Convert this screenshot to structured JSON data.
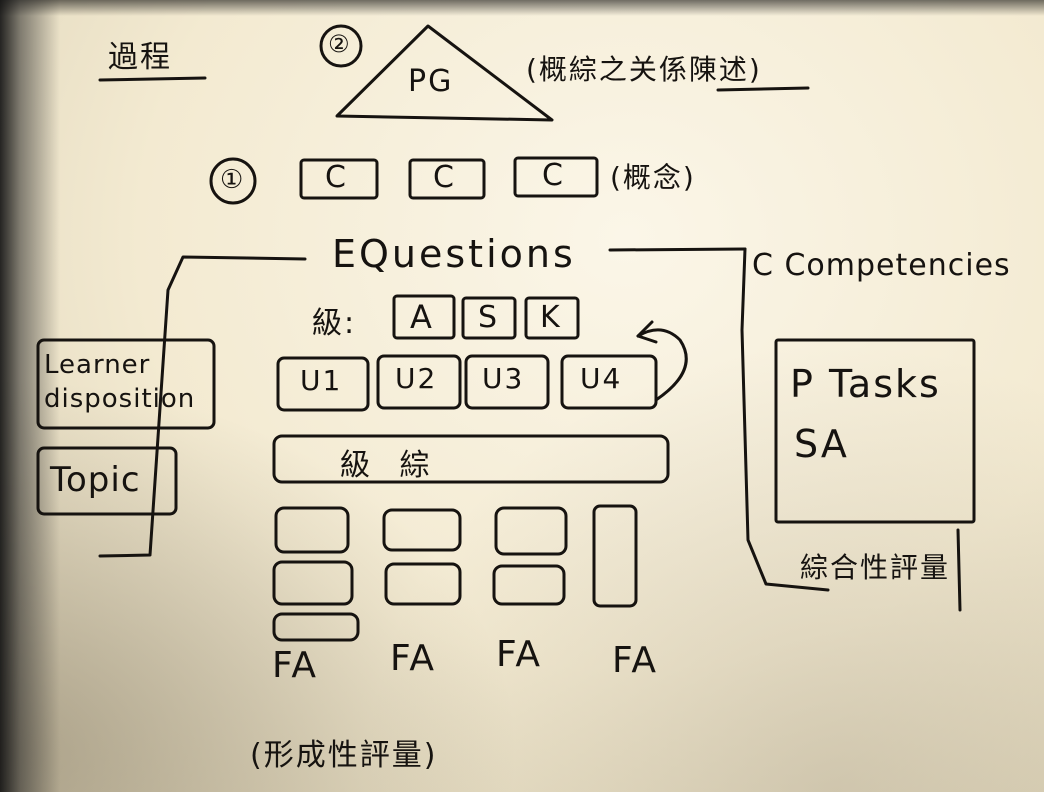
{
  "corner_note": "過程",
  "step2_marker": "②",
  "triangle_label": "PG",
  "triangle_caption": "(概綜之关係陳述)",
  "step1_marker": "①",
  "concept_boxes": [
    "C",
    "C",
    "C"
  ],
  "concept_caption": "(概念)",
  "eq_label": "EQuestions",
  "competencies_label": "C Competencies",
  "left_boxes": [
    "Learner disposition",
    "Topic"
  ],
  "ask_prefix": "級:",
  "ask_boxes": [
    "A",
    "S",
    "K"
  ],
  "unit_boxes": [
    "U1",
    "U2",
    "U3",
    "U4"
  ],
  "integration_label": "級 綜",
  "fa_labels": [
    "FA",
    "FA",
    "FA",
    "FA"
  ],
  "formative_caption": "(形成性評量)",
  "summative_box_lines": [
    "P Tasks",
    "SA"
  ],
  "summative_caption": "綜合性評量"
}
